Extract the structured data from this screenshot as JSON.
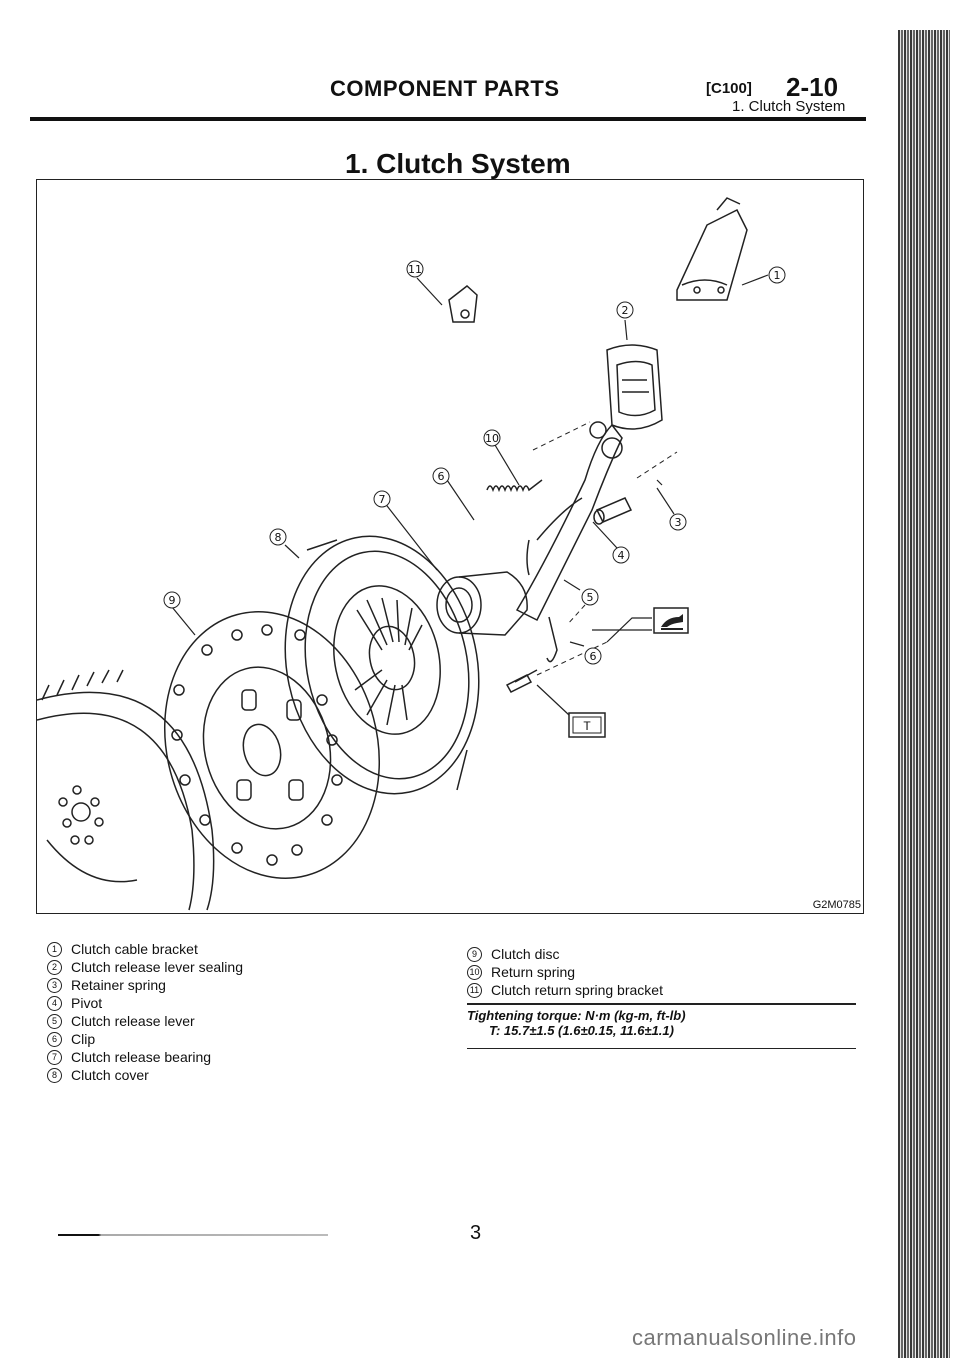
{
  "header": {
    "section": "COMPONENT PARTS",
    "code": "[C100]",
    "page_ref": "2-10",
    "subsection": "1. Clutch System"
  },
  "title": "1. Clutch System",
  "figure": {
    "id": "G2M0785",
    "callouts": [
      "1",
      "2",
      "3",
      "4",
      "5",
      "6",
      "7",
      "8",
      "9",
      "10",
      "11"
    ],
    "symbol_T": "T"
  },
  "legend_left": [
    {
      "num": "1",
      "label": "Clutch cable bracket"
    },
    {
      "num": "2",
      "label": "Clutch release lever sealing"
    },
    {
      "num": "3",
      "label": "Retainer spring"
    },
    {
      "num": "4",
      "label": "Pivot"
    },
    {
      "num": "5",
      "label": "Clutch release lever"
    },
    {
      "num": "6",
      "label": "Clip"
    },
    {
      "num": "7",
      "label": "Clutch release bearing"
    },
    {
      "num": "8",
      "label": "Clutch cover"
    }
  ],
  "legend_right": [
    {
      "num": "9",
      "label": "Clutch disc"
    },
    {
      "num": "10",
      "label": "Return spring"
    },
    {
      "num": "11",
      "label": "Clutch return spring bracket"
    }
  ],
  "torque": {
    "label": "Tightening torque: N·m (kg-m, ft-lb)",
    "value": "T: 15.7±1.5 (1.6±0.15, 11.6±1.1)"
  },
  "page_number": "3",
  "watermark": "carmanualsonline.info"
}
